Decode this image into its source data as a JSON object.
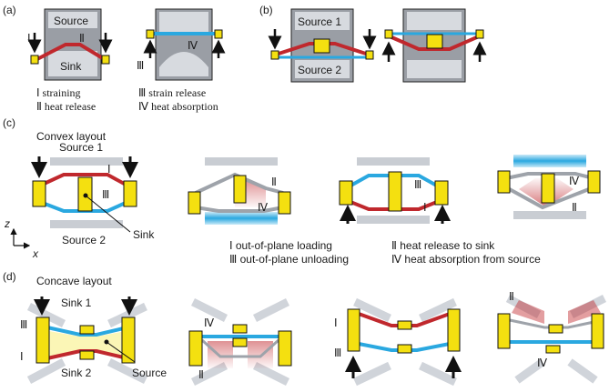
{
  "colors": {
    "red": "#c0282d",
    "blue": "#2aa8e0",
    "yellow": "#f4e010",
    "grey": "#c9cdd3",
    "dark": "#111111"
  },
  "panel_a": {
    "tag": "(a)",
    "source": "Source",
    "sink": "Sink",
    "roman_1": "Ⅰ",
    "roman_2": "Ⅱ",
    "roman_3": "Ⅲ",
    "roman_4": "Ⅳ",
    "legend_1": "Ⅰ straining",
    "legend_2": "Ⅱ heat release",
    "legend_3": "Ⅲ strain release",
    "legend_4": "Ⅳ heat absorption"
  },
  "panel_b": {
    "tag": "(b)",
    "source_1": "Source 1",
    "source_2": "Source 2"
  },
  "panel_c": {
    "tag": "(c)",
    "title": "Convex layout",
    "source_1": "Source 1",
    "source_2": "Source 2",
    "sink": "Sink",
    "roman_1": "Ⅰ",
    "roman_2": "Ⅱ",
    "roman_3": "Ⅲ",
    "roman_4": "Ⅳ",
    "axis_z": "z",
    "axis_x": "x",
    "legend_1": "Ⅰ out-of-plane loading",
    "legend_2": "Ⅱ heat release to sink",
    "legend_3": "Ⅲ out-of-plane unloading",
    "legend_4": "Ⅳ heat absorption from source"
  },
  "panel_d": {
    "tag": "(d)",
    "title": "Concave layout",
    "sink_1": "Sink 1",
    "sink_2": "Sink 2",
    "source": "Source",
    "roman_1": "Ⅰ",
    "roman_2": "Ⅱ",
    "roman_3": "Ⅲ",
    "roman_4": "Ⅳ"
  }
}
